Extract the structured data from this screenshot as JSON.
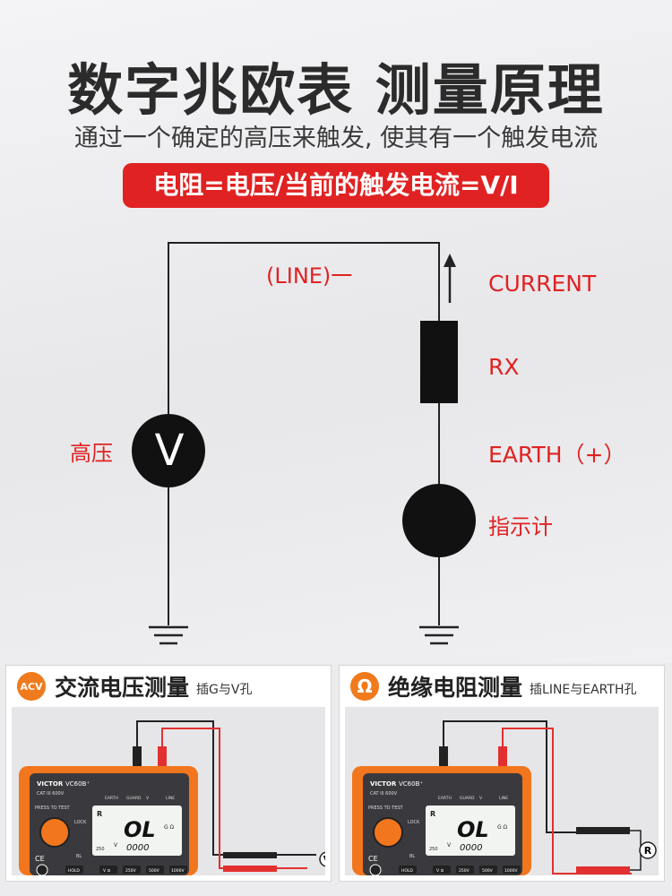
{
  "header": {
    "title": "数字兆欧表 测量原理",
    "subtitle": "通过一个确定的高压来触发, 使其有一个触发电流",
    "formula": "电阻=电压/当前的触发电流=V/I"
  },
  "diagram": {
    "line_label": "(LINE)一",
    "current_label": "CURRENT",
    "rx_label": "RX",
    "earth_label": "EARTH（+）",
    "indicator_label": "指示计",
    "high_voltage_label": "高压",
    "voltmeter_symbol": "V"
  },
  "panels": [
    {
      "badge": "ACV",
      "title": "交流电压测量",
      "note": "插G与V孔",
      "probe_symbol": "V",
      "meter": {
        "brand": "VICTOR",
        "model": "VC60B⁺",
        "cat": "CAT III 600V",
        "press": "PRESS TO TEST",
        "lock": "LOCK",
        "jacks": [
          "EARTH",
          "GUARD",
          "V",
          "LINE"
        ],
        "display_main": "OL",
        "display_sub": "0000",
        "display_r": "R",
        "display_250": "250",
        "display_v": "V",
        "display_unit": "G Ω",
        "buttons": [
          "HOLD",
          "V ⊡",
          "250V",
          "500V",
          "1000V"
        ],
        "ce": "CE",
        "bl": "BL"
      }
    },
    {
      "badge": "Ω",
      "title": "绝缘电阻测量",
      "note": "插LINE与EARTH孔",
      "probe_symbol": "R",
      "meter": {
        "brand": "VICTOR",
        "model": "VC60B⁺",
        "cat": "CAT III 600V",
        "press": "PRESS TO TEST",
        "lock": "LOCK",
        "jacks": [
          "EARTH",
          "GUARD",
          "V",
          "LINE"
        ],
        "display_main": "OL",
        "display_sub": "0000",
        "display_r": "R",
        "display_250": "250",
        "display_v": "V",
        "display_unit": "G Ω",
        "buttons": [
          "HOLD",
          "V ⊡",
          "250V",
          "500V",
          "1000V"
        ],
        "ce": "CE",
        "bl": "BL"
      }
    }
  ],
  "colors": {
    "accent_red": "#e02222",
    "badge_orange": "#f07a1c",
    "meter_orange": "#f2761d"
  }
}
